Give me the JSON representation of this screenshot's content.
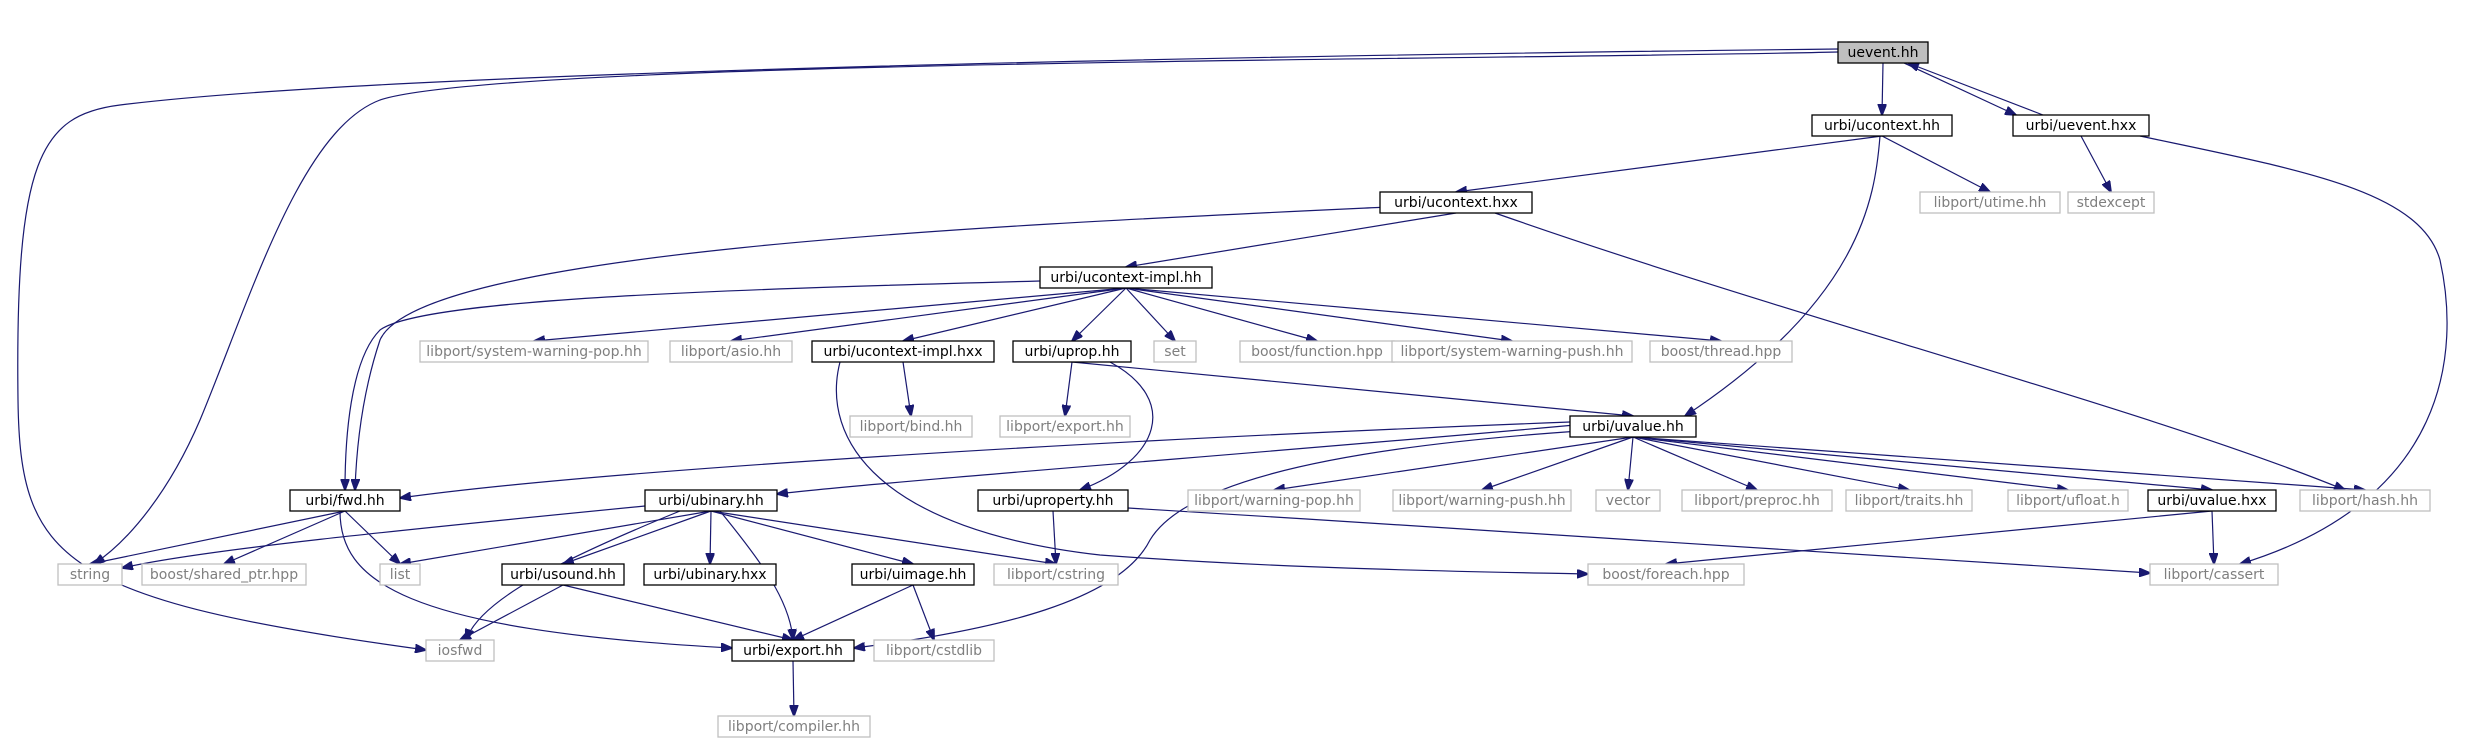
{
  "diagram": {
    "type": "include-dependency-graph",
    "colors": {
      "edge": "#191970",
      "root_fill": "#bfbfbf",
      "documented_border": "#000000",
      "external_border": "#bfbfbf",
      "external_text": "#7f7f7f"
    },
    "nodes": [
      {
        "id": "uevent_hh",
        "label": "uevent.hh",
        "kind": "root"
      },
      {
        "id": "ucontext_hh",
        "label": "urbi/ucontext.hh",
        "kind": "documented"
      },
      {
        "id": "uevent_hxx",
        "label": "urbi/uevent.hxx",
        "kind": "documented"
      },
      {
        "id": "ucontext_hxx",
        "label": "urbi/ucontext.hxx",
        "kind": "documented"
      },
      {
        "id": "utime",
        "label": "libport/utime.hh",
        "kind": "external"
      },
      {
        "id": "stdexcept",
        "label": "stdexcept",
        "kind": "external"
      },
      {
        "id": "ucontext_impl_hh",
        "label": "urbi/ucontext-impl.hh",
        "kind": "documented"
      },
      {
        "id": "swpop",
        "label": "libport/system-warning-pop.hh",
        "kind": "external"
      },
      {
        "id": "asio",
        "label": "libport/asio.hh",
        "kind": "external"
      },
      {
        "id": "ucontext_impl_hxx",
        "label": "urbi/ucontext-impl.hxx",
        "kind": "documented"
      },
      {
        "id": "uprop_hh",
        "label": "urbi/uprop.hh",
        "kind": "documented"
      },
      {
        "id": "set",
        "label": "set",
        "kind": "external"
      },
      {
        "id": "bfunction",
        "label": "boost/function.hpp",
        "kind": "external"
      },
      {
        "id": "swpush",
        "label": "libport/system-warning-push.hh",
        "kind": "external"
      },
      {
        "id": "bthread",
        "label": "boost/thread.hpp",
        "kind": "external"
      },
      {
        "id": "bind",
        "label": "libport/bind.hh",
        "kind": "external"
      },
      {
        "id": "lexport",
        "label": "libport/export.hh",
        "kind": "external"
      },
      {
        "id": "uvalue_hh",
        "label": "urbi/uvalue.hh",
        "kind": "documented"
      },
      {
        "id": "fwd",
        "label": "urbi/fwd.hh",
        "kind": "documented"
      },
      {
        "id": "ubinary_hh",
        "label": "urbi/ubinary.hh",
        "kind": "documented"
      },
      {
        "id": "uproperty",
        "label": "urbi/uproperty.hh",
        "kind": "documented"
      },
      {
        "id": "wpop",
        "label": "libport/warning-pop.hh",
        "kind": "external"
      },
      {
        "id": "wpush",
        "label": "libport/warning-push.hh",
        "kind": "external"
      },
      {
        "id": "vector",
        "label": "vector",
        "kind": "external"
      },
      {
        "id": "preproc",
        "label": "libport/preproc.hh",
        "kind": "external"
      },
      {
        "id": "traits",
        "label": "libport/traits.hh",
        "kind": "external"
      },
      {
        "id": "ufloat",
        "label": "libport/ufloat.h",
        "kind": "external"
      },
      {
        "id": "uvalue_hxx",
        "label": "urbi/uvalue.hxx",
        "kind": "documented"
      },
      {
        "id": "hash",
        "label": "libport/hash.hh",
        "kind": "external"
      },
      {
        "id": "string",
        "label": "string",
        "kind": "external"
      },
      {
        "id": "sharedptr",
        "label": "boost/shared_ptr.hpp",
        "kind": "external"
      },
      {
        "id": "list",
        "label": "list",
        "kind": "external"
      },
      {
        "id": "usound",
        "label": "urbi/usound.hh",
        "kind": "documented"
      },
      {
        "id": "ubinary_hxx",
        "label": "urbi/ubinary.hxx",
        "kind": "documented"
      },
      {
        "id": "uimage",
        "label": "urbi/uimage.hh",
        "kind": "documented"
      },
      {
        "id": "cstring",
        "label": "libport/cstring",
        "kind": "external"
      },
      {
        "id": "foreach",
        "label": "boost/foreach.hpp",
        "kind": "external"
      },
      {
        "id": "cassert",
        "label": "libport/cassert",
        "kind": "external"
      },
      {
        "id": "iosfwd",
        "label": "iosfwd",
        "kind": "external"
      },
      {
        "id": "uexport",
        "label": "urbi/export.hh",
        "kind": "documented"
      },
      {
        "id": "cstdlib",
        "label": "libport/cstdlib",
        "kind": "external"
      },
      {
        "id": "compiler",
        "label": "libport/compiler.hh",
        "kind": "external"
      }
    ]
  }
}
